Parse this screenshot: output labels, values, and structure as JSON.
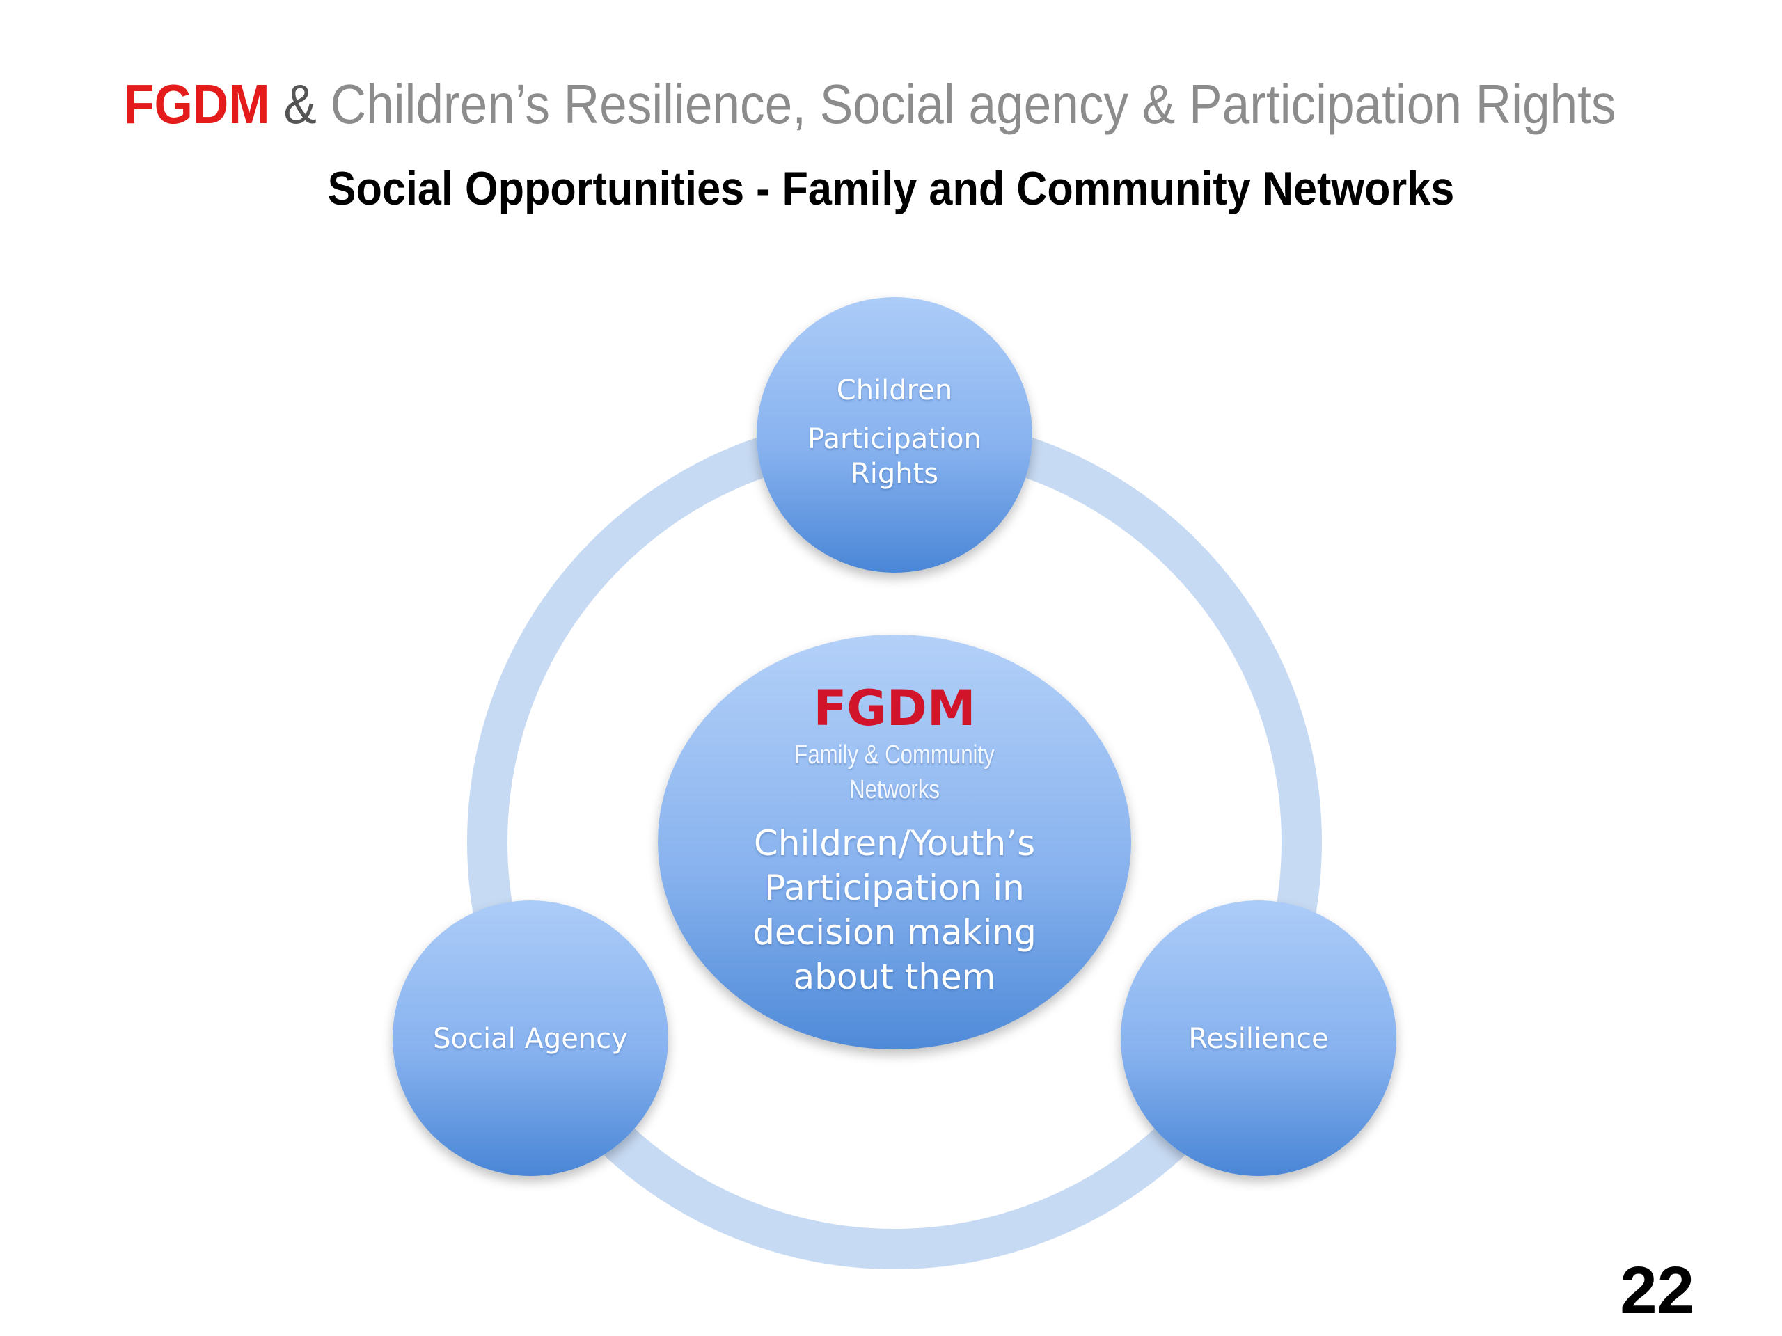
{
  "header": {
    "title_brand": "FGDM",
    "title_amp": "&",
    "title_rest": "Children’s Resilience, Social agency & Participation Rights",
    "subtitle": "Social Opportunities - Family and Community Networks"
  },
  "diagram": {
    "top_node": {
      "line1": "Children",
      "line2": "Participation",
      "line3": "Rights"
    },
    "left_node": {
      "label": "Social Agency"
    },
    "right_node": {
      "label": "Resilience"
    },
    "center_node": {
      "heading": "FGDM",
      "sub1": "Family & Community",
      "sub2": "Networks",
      "body1": "Children/Youth’s",
      "body2": "Participation in",
      "body3": "decision making",
      "body4": "about them"
    }
  },
  "colors": {
    "ring": "#c4d8f2",
    "node_light": "#a9c8f7",
    "node_dark": "#4a86d6",
    "brand_red": "#e31b1b",
    "center_heading_red": "#d1142a"
  },
  "page_number": "22"
}
